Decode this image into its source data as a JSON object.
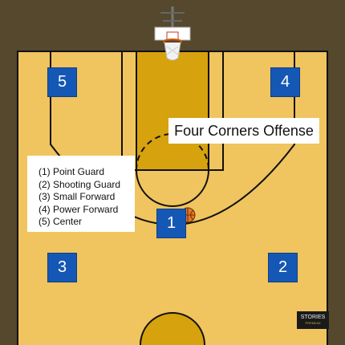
{
  "diagram": {
    "title": "Four Corners Offense",
    "legend": [
      "(1) Point Guard",
      "(2) Shooting Guard",
      "(3) Small Forward",
      "(4) Power Forward",
      "(5) Center"
    ],
    "players": [
      {
        "number": "5"
      },
      {
        "number": "4"
      },
      {
        "number": "1"
      },
      {
        "number": "3"
      },
      {
        "number": "2"
      }
    ],
    "watermark": {
      "brand": "STORIES",
      "sub": "PREMIUM"
    }
  },
  "colors": {
    "background": "#55482c",
    "court": "#f0c45e",
    "paint": "#d6a20d",
    "lines": "#111111",
    "player_marker": "#1557b5",
    "ball": "#e2762a"
  },
  "icons": [
    "backboard-icon",
    "hoop-icon",
    "basketball-icon"
  ]
}
